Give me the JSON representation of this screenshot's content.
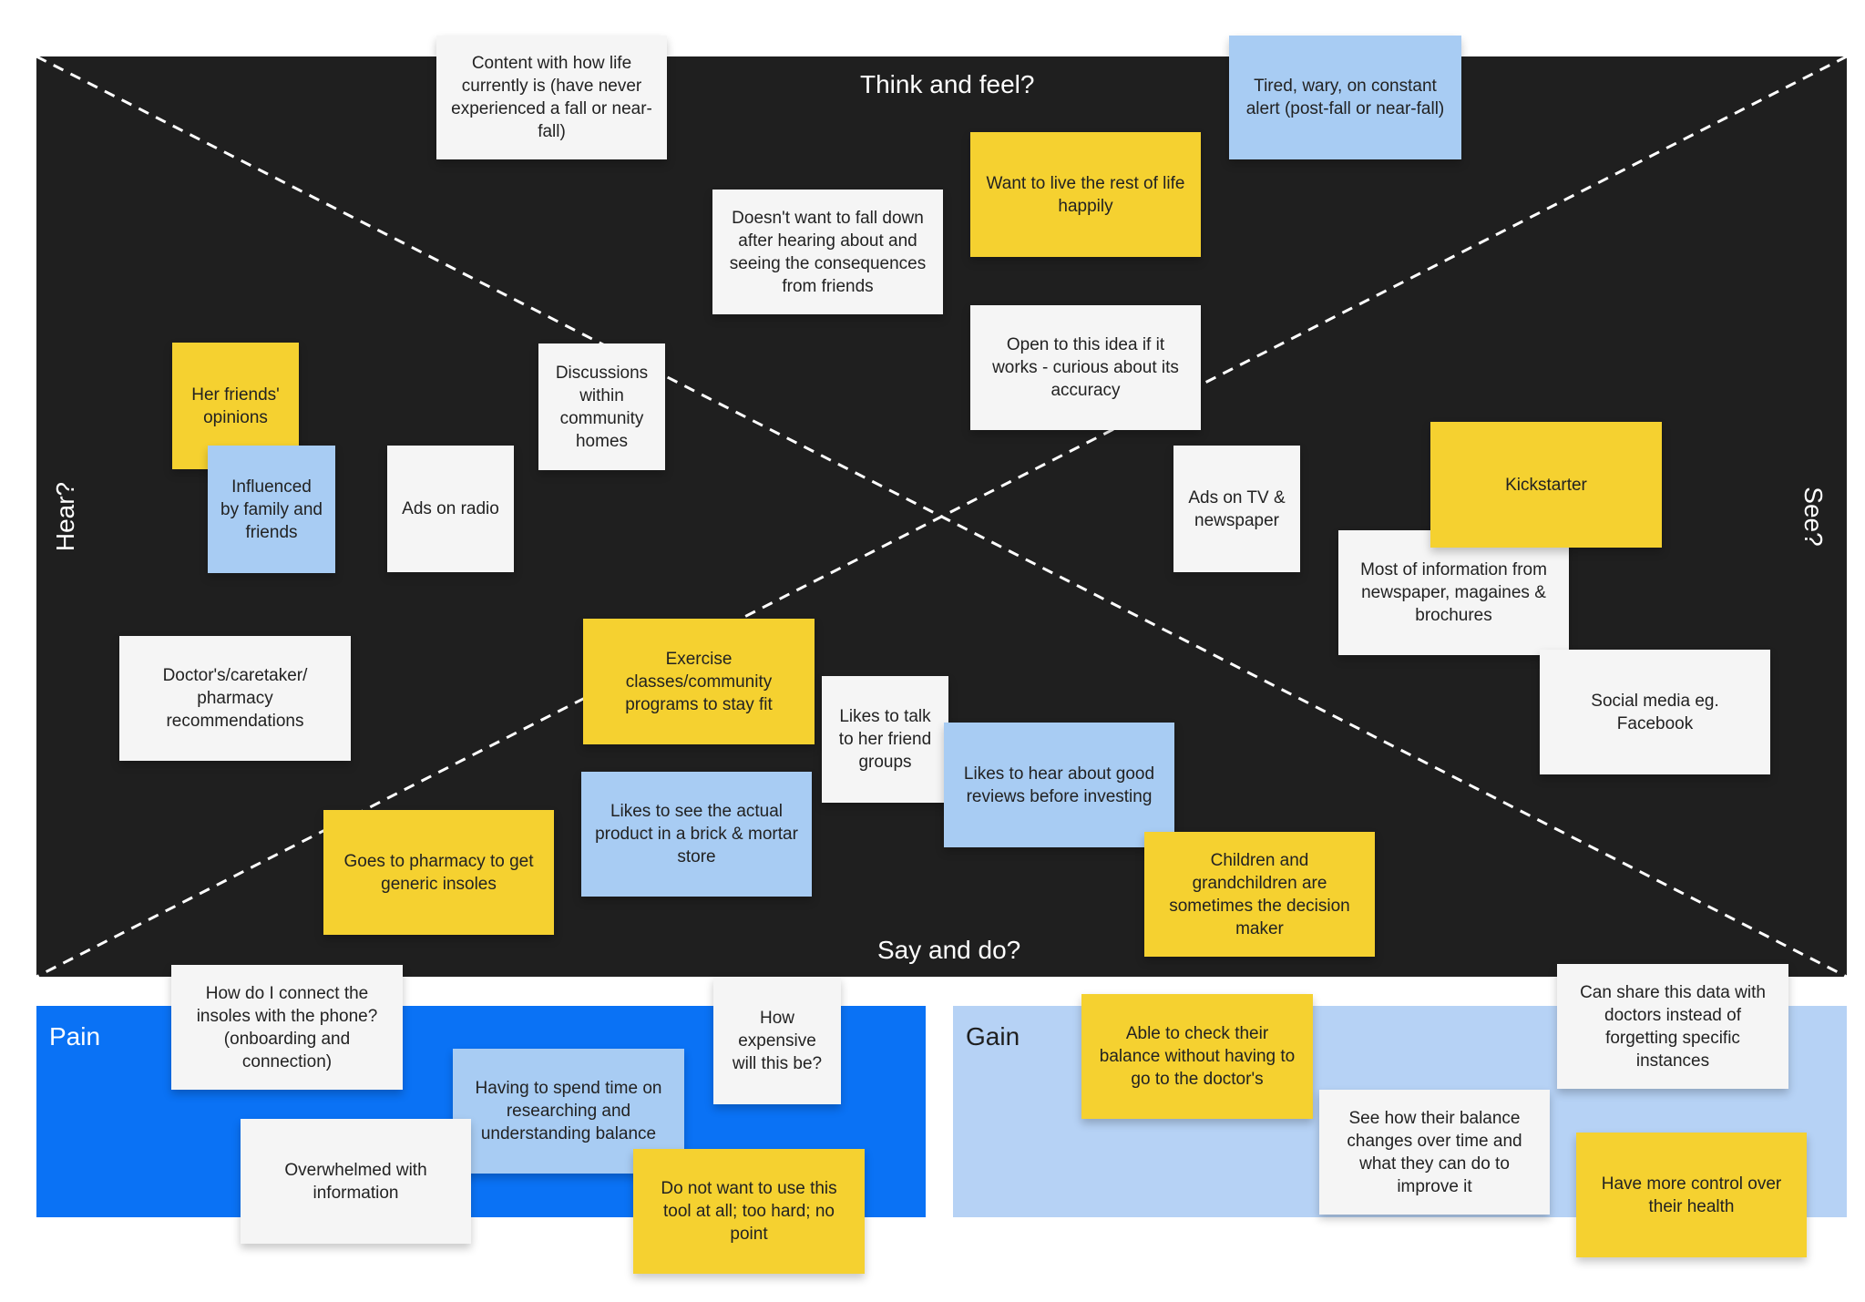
{
  "colors": {
    "board": "#1f1f1f",
    "pain_panel": "#0a72f5",
    "gain_panel": "#b6d2f5",
    "note_white": "#f5f5f5",
    "note_yellow": "#f5d130",
    "note_blue": "#a8ccf3"
  },
  "quadrants": {
    "think_feel": "Think and feel?",
    "hear": "Hear?",
    "see": "See?",
    "say_do": "Say and do?"
  },
  "panels": {
    "pain": "Pain",
    "gain": "Gain"
  },
  "notes": {
    "content_with_life": "Content with how life currently is (have never experienced a fall or near-fall)",
    "tired_wary": "Tired, wary, on constant alert (post-fall or near-fall)",
    "live_happily": "Want to live the rest of life happily",
    "doesnt_want_fall": "Doesn't want to fall down after hearing about and seeing the consequences from friends",
    "open_to_idea": "Open to this idea if it works - curious about its accuracy",
    "friends_opinions": "Her friends' opinions",
    "discussions": "Discussions within community homes",
    "influenced_family": "Influenced by family and friends",
    "ads_radio": "Ads on radio",
    "ads_tv": "Ads on TV & newspaper",
    "kickstarter": "Kickstarter",
    "most_info": "Most of information from newspaper, magaines & brochures",
    "social_media": "Social media eg. Facebook",
    "doctors_recs": "Doctor's/caretaker/ pharmacy recommendations",
    "exercise_classes": "Exercise classes/community programs to stay fit",
    "likes_talk": "Likes to talk to her friend groups",
    "good_reviews": "Likes to hear about good reviews before investing",
    "see_product": "Likes to see the actual product in a brick & mortar store",
    "pharmacy_insoles": "Goes to pharmacy to get generic insoles",
    "children_decision": "Children and grandchildren are sometimes the decision maker",
    "connect_insoles": "How do I connect the insoles with the phone? (onboarding and connection)",
    "how_expensive": "How expensive will this be?",
    "spend_time": "Having to spend time on researching and understanding balance",
    "overwhelmed": "Overwhelmed with information",
    "not_use_tool": "Do not want to use this tool at all; too hard; no point",
    "check_balance": "Able to check their balance without having to go to the doctor's",
    "share_data": "Can share this data with doctors instead of forgetting specific instances",
    "see_changes": "See how their balance changes over time and what they can do to improve it",
    "more_control": "Have more control over their health"
  }
}
